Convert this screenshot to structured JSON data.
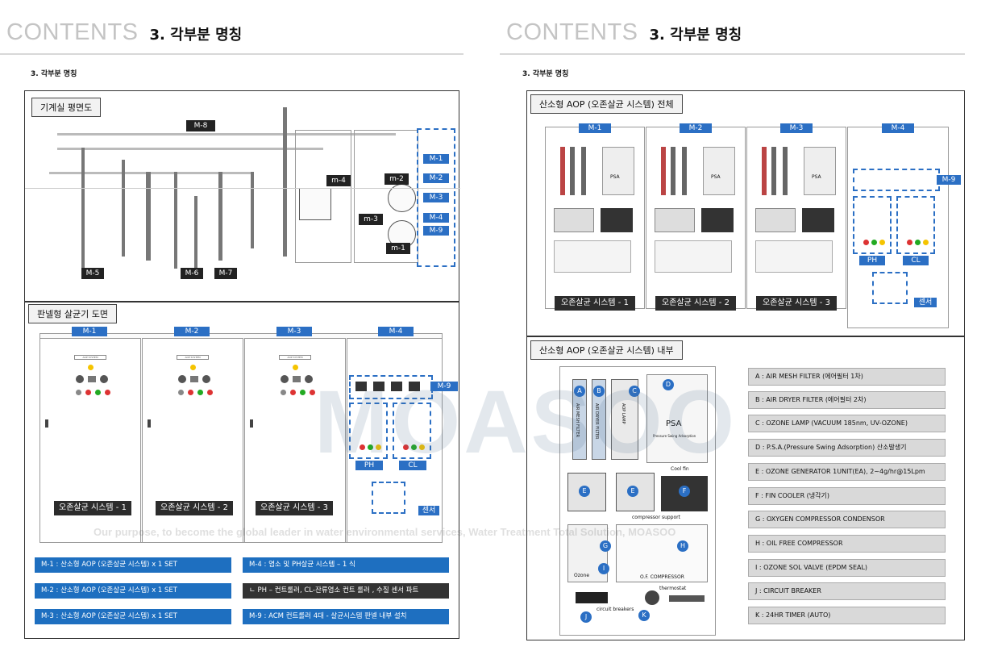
{
  "left": {
    "header": {
      "contents": "CONTENTS",
      "title": "3. 각부분 명칭"
    },
    "subtitle": "3. 각부분 명칭",
    "section1": {
      "label": "기계실 평면도"
    },
    "plan_tags": {
      "m8": "M-8",
      "m5": "M-5",
      "m6": "M-6",
      "m7": "M-7",
      "m4": "m-4",
      "m2": "m-2",
      "m3": "m-3",
      "m1": "m-1",
      "side": [
        "M-1",
        "M-2",
        "M-3",
        "M-4",
        "M-9"
      ]
    },
    "section2": {
      "label": "판넬형 살균기 도면"
    },
    "panel_tags": [
      "M-1",
      "M-2",
      "M-3",
      "M-4"
    ],
    "panel_header": "AOP SYSTEM",
    "m9": "M-9",
    "ph": "PH",
    "cl": "CL",
    "sensor": "센서",
    "systems": [
      "오존살균 시스템 - 1",
      "오존살균 시스템 - 2",
      "오존살균 시스템 - 3"
    ],
    "legend": [
      "M-1 : 산소형 AOP (오존살균 시스템) x 1 SET",
      "M-2 : 산소형 AOP (오존살균 시스템) x 1 SET",
      "M-3 : 산소형 AOP (오존살균 시스템) x 1 SET",
      "M-4 : 염소 및 PH살균 시스템 – 1 식",
      "ㄴ PH – 컨트롤러, CL-잔류염소 컨트 롤러 , 수질 센서 파트",
      "M-9 : ACM 컨트롤러 4대  - 살균시스템 판넬 내부 설치"
    ]
  },
  "right": {
    "header": {
      "contents": "CONTENTS",
      "title": "3. 각부분 명칭"
    },
    "subtitle": "3. 각부분 명칭",
    "section1": {
      "label": "산소형 AOP (오존살균 시스템) 전체"
    },
    "tags": [
      "M-1",
      "M-2",
      "M-3",
      "M-4"
    ],
    "psa": "PSA",
    "m9": "M-9",
    "ph": "PH",
    "cl": "CL",
    "sensor": "센서",
    "systems": [
      "오존살균 시스템 - 1",
      "오존살균 시스템 - 2",
      "오존살균 시스템 - 3"
    ],
    "section2": {
      "label": "산소형 AOP (오존살균 시스템) 내부"
    },
    "inner": {
      "letters": [
        "A",
        "B",
        "C",
        "D",
        "E",
        "E",
        "F",
        "G",
        "H",
        "I",
        "J",
        "K"
      ],
      "psa": "PSA",
      "psa_sub": "Pressure Swing Adsorption",
      "cool_fin": "Cool fin",
      "compressor_support": "compressor support",
      "of_compressor": "O.F. COMPRESSOR",
      "ozone": "Ozone",
      "circuit_breakers": "circuit breakers",
      "thermostat": "thermostat",
      "air_mesh_filter": "AIR MESH FILTER",
      "air_dryer_filter": "AIR DRYER FILTER",
      "aop_lamp": "AOP LAMP"
    },
    "components": [
      "A : AIR MESH FILTER (에어필터 1차)",
      "B : AIR DRYER FILTER (에어필터 2차)",
      "C : OZONE LAMP (VACUUM 185nm, UV-OZONE)",
      "D : P.S.A.(Pressure Swing Adsorption) 산소발생기",
      "E : OZONE GENERATOR 1UNIT(EA), 2~4g/hr@15Lpm",
      "F : FIN COOLER (냉각기)",
      "G : OXYGEN COMPRESSOR CONDENSOR",
      "H : OIL FREE COMPRESSOR",
      "I : OZONE SOL VALVE (EPDM SEAL)",
      "J : CIRCUIT BREAKER",
      "K : 24HR TIMER (AUTO)"
    ]
  },
  "watermark": {
    "slogan": "Our purpose, to become the global leader in water environmental services, Water Treatment Total Solution, MOASOO",
    "brand": "MOASOO"
  }
}
